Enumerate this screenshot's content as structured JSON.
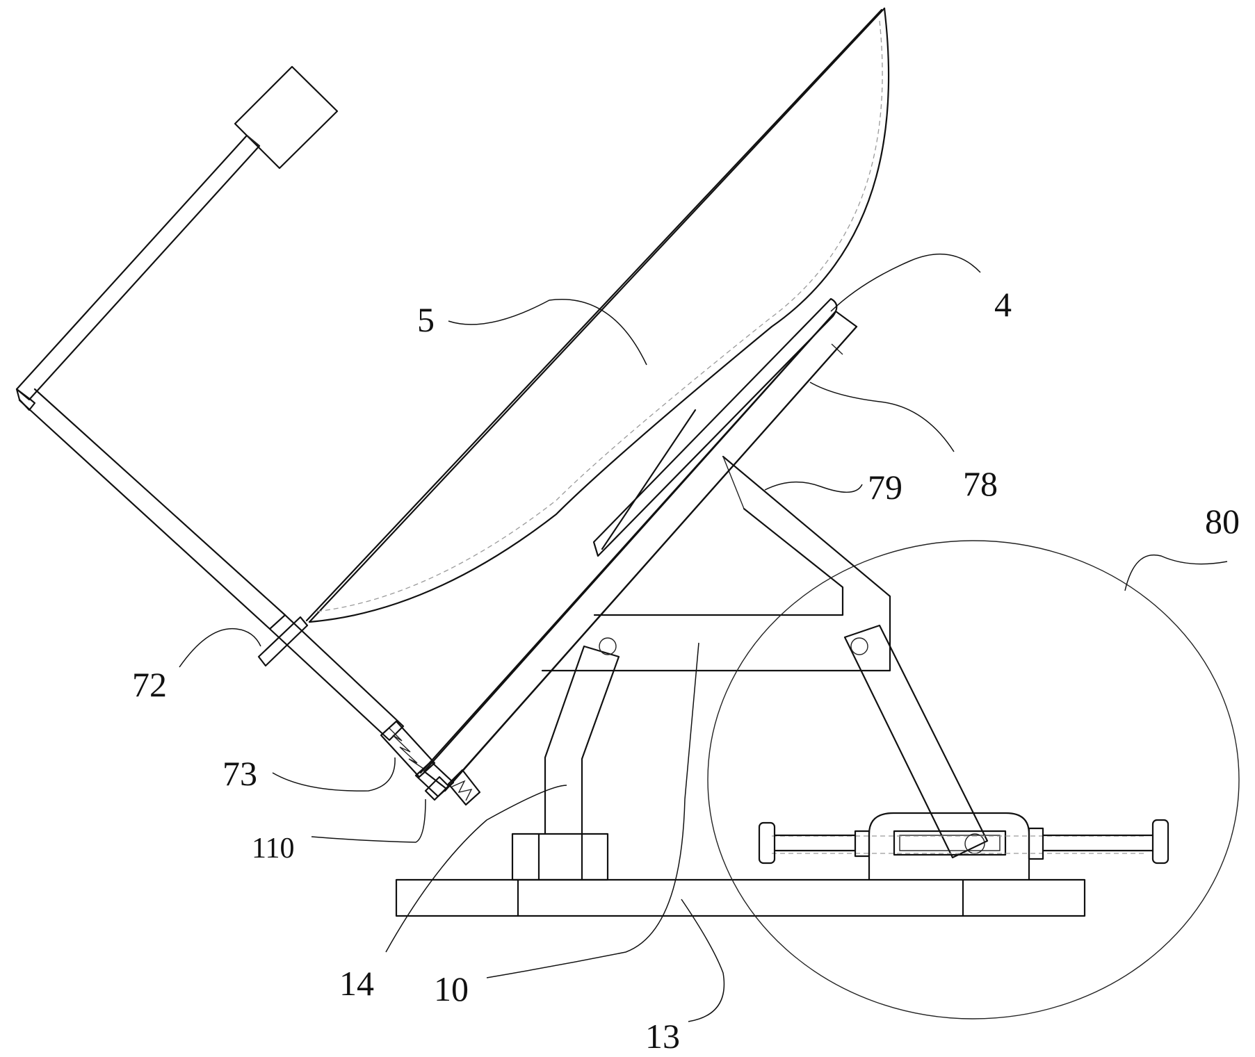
{
  "diagram": {
    "labels": {
      "l4": "4",
      "l5": "5",
      "l10": "10",
      "l13": "13",
      "l14": "14",
      "l72": "72",
      "l73": "73",
      "l78": "78",
      "l79": "79",
      "l80": "80",
      "l110": "110"
    },
    "line_color": "#111111",
    "hidden_line_color": "#9a9a9a",
    "background": "#ffffff"
  }
}
